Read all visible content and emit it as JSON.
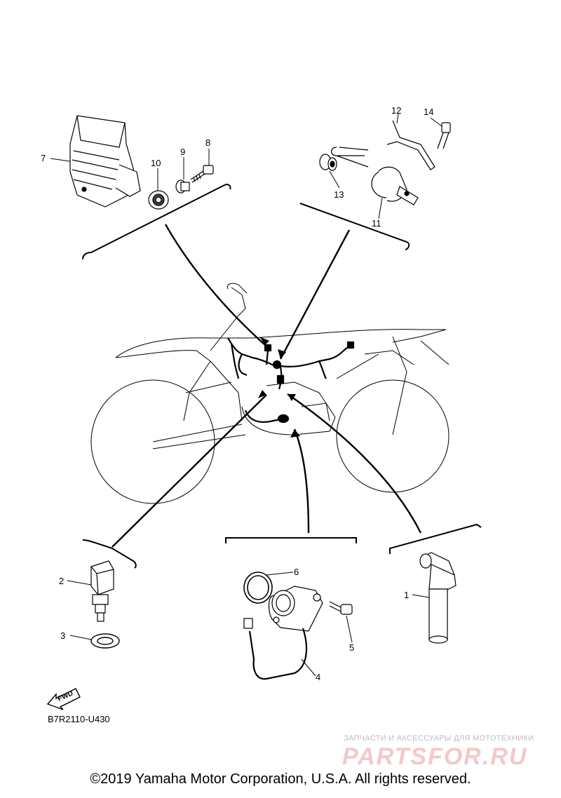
{
  "callouts": {
    "p1": "1",
    "p2": "2",
    "p3": "3",
    "p4": "4",
    "p5": "5",
    "p6": "6",
    "p7": "7",
    "p8": "8",
    "p9": "9",
    "p10": "10",
    "p11": "11",
    "p12": "12",
    "p13": "13",
    "p14": "14"
  },
  "fwd_label": "FWD",
  "diagram_code": "B7R2110-U430",
  "watermark": {
    "subtitle": "ЗАПЧАСТИ И АКСЕССУАРЫ ДЛЯ МОТОТЕХНИКИ",
    "brand": "PARTSFOR.RU"
  },
  "copyright": "©2019 Yamaha Motor Corporation, U.S.A. All rights reserved."
}
